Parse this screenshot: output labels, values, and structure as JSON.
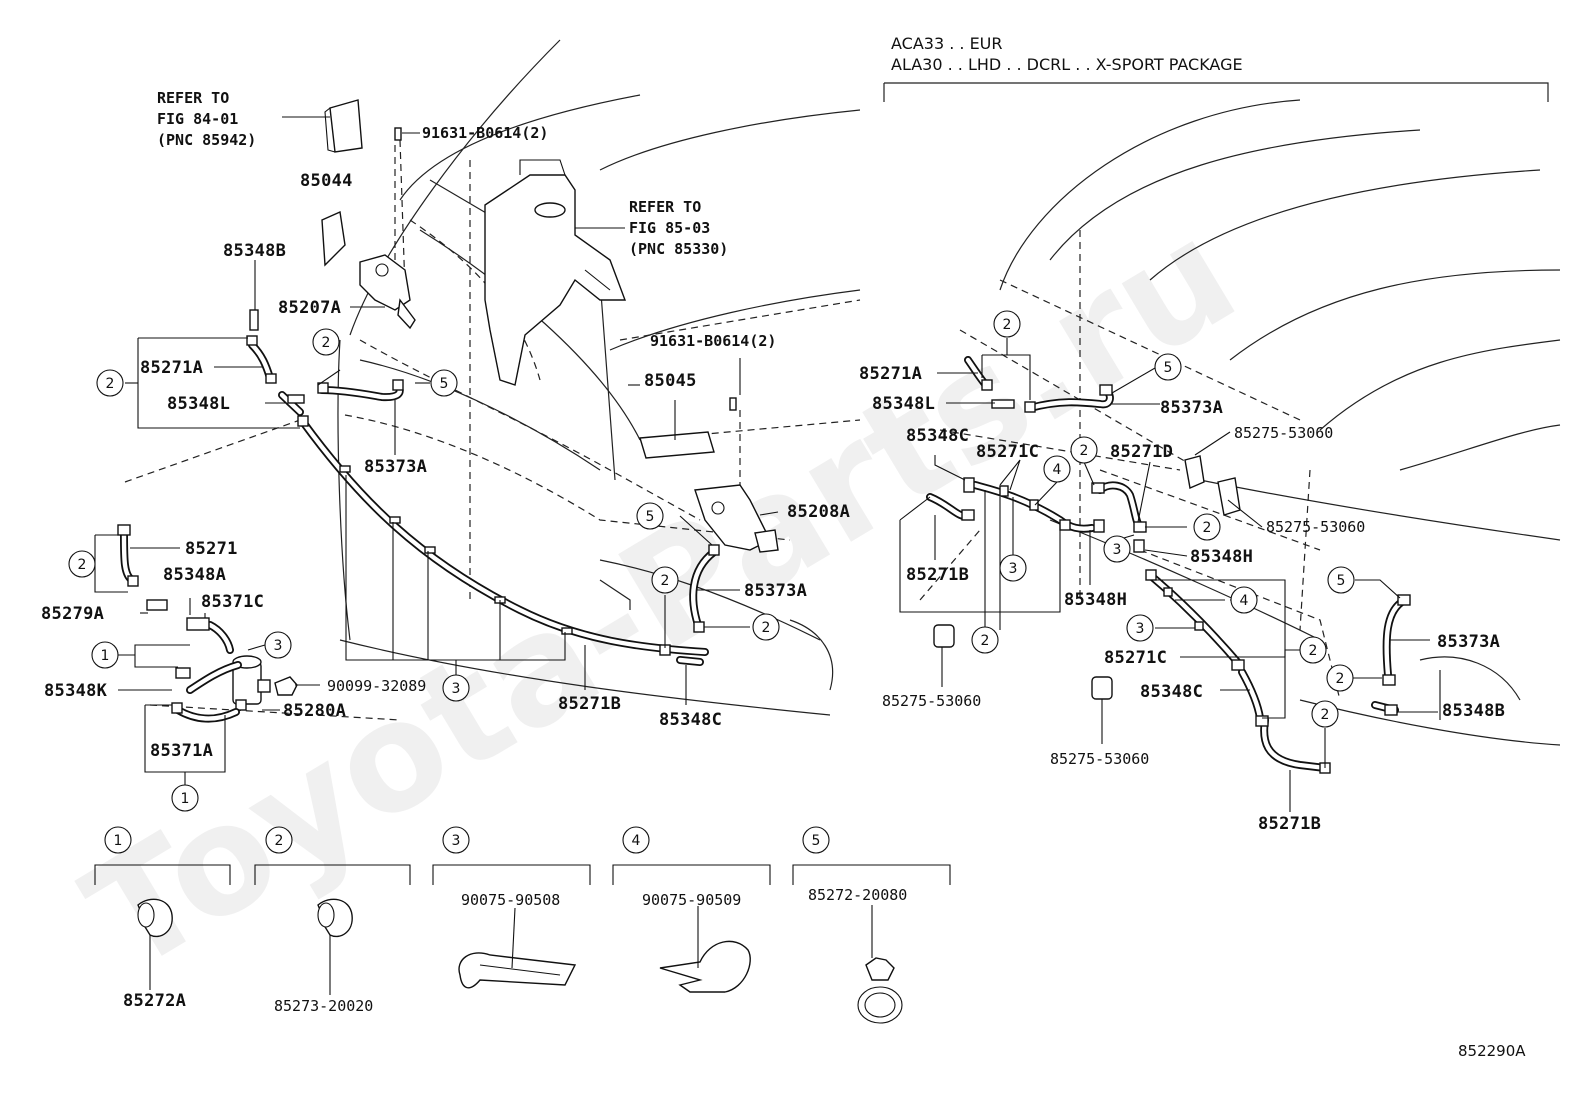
{
  "variant": {
    "line1": "ACA33 . . EUR",
    "line2": "ALA30 . . LHD . . DCRL . . X-SPORT PACKAGE"
  },
  "refer": {
    "r1": [
      "REFER TO",
      "FIG 84-01",
      "(PNC 85942)"
    ],
    "r2": [
      "REFER TO",
      "FIG 85-03",
      "(PNC 85330)"
    ]
  },
  "labels": {
    "p85044": "85044",
    "p91631a": "91631-B0614(2)",
    "p91631b": "91631-B0614(2)",
    "p85348B": "85348B",
    "p85207A": "85207A",
    "p85271A": "85271A",
    "p85348L": "85348L",
    "p85373A_1": "85373A",
    "p85045": "85045",
    "p85208A": "85208A",
    "p85271": "85271",
    "p85348A": "85348A",
    "p85371C": "85371C",
    "p85279A": "85279A",
    "p85348K": "85348K",
    "p85280A": "85280A",
    "p85371A": "85371A",
    "p90099": "90099-32089",
    "p85271B_1": "85271B",
    "p85348C_1": "85348C",
    "p85373A_2": "85373A",
    "r85271A": "85271A",
    "r85348L": "85348L",
    "r85373A": "85373A",
    "r85275_1": "85275-53060",
    "r85348C_1": "85348C",
    "r85271C_1": "85271C",
    "r85271D": "85271D",
    "r85275_2": "85275-53060",
    "r85348H_1": "85348H",
    "r85271B_1": "85271B",
    "r85348H_2": "85348H",
    "r85275_3": "85275-53060",
    "r85271C_2": "85271C",
    "r85348C_2": "85348C",
    "r85275_4": "85275-53060",
    "r85373A_2": "85373A",
    "r85348B": "85348B",
    "r85271B_2": "85271B"
  },
  "callouts": [
    "1",
    "2",
    "3",
    "4",
    "5"
  ],
  "legend": [
    {
      "key": "1",
      "part": "85272A"
    },
    {
      "key": "2",
      "part": "85273-20020"
    },
    {
      "key": "3",
      "part": "90075-90508"
    },
    {
      "key": "4",
      "part": "90075-90509"
    },
    {
      "key": "5",
      "part": "85272-20080"
    }
  ],
  "figure_code": "852290A",
  "watermark": "Toyota-Parts.ru"
}
